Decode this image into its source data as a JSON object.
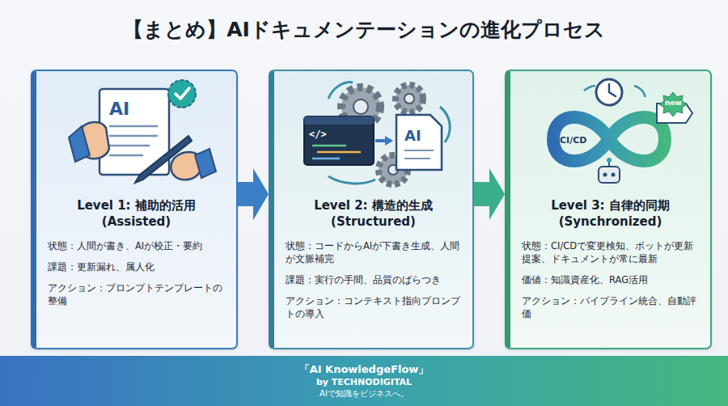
{
  "diagram": {
    "title": "【まとめ】AIドキュメンテーションの進化プロセス",
    "nodes": [
      {
        "text": [
          "Level 1: 補助的活用 (Assisted)",
          "状態：人間が書き、AIが校正・要約",
          "課題：更新漏れ、属人化",
          "アクション：プロンプトテンプレートの整備"
        ]
      },
      {
        "text": [
          "Level 2: 構造的生成 (Structured)",
          "状態：コードからAIが下書き生成、人間が文脈補完",
          "課題：実行の手間、品質のばらつき",
          "アクション：コンテキスト指向プロンプトの導入"
        ]
      },
      {
        "text": [
          "Level 3: 自律的同期 (Synchronized)",
          "状態：CI/CDで変更検知、ボットが更新提案、ドキュメントが常に最新",
          "価値：知識資産化、RAG活用",
          "アクション：パイプライン統合、自動評価"
        ]
      },
      {
        "text": [
          "「AI KnowledgeFlow」",
          "by TECHNODIGITAL",
          "AIで知識をビジネスへ。"
        ]
      }
    ],
    "edges": [
      {
        "from": 0,
        "to": 1,
        "arrow": "to"
      },
      {
        "from": 1,
        "to": 2,
        "arrow": "to"
      }
    ],
    "labels": [
      "AI",
      "</>",
      "AI",
      "CI/CD",
      "new"
    ]
  }
}
